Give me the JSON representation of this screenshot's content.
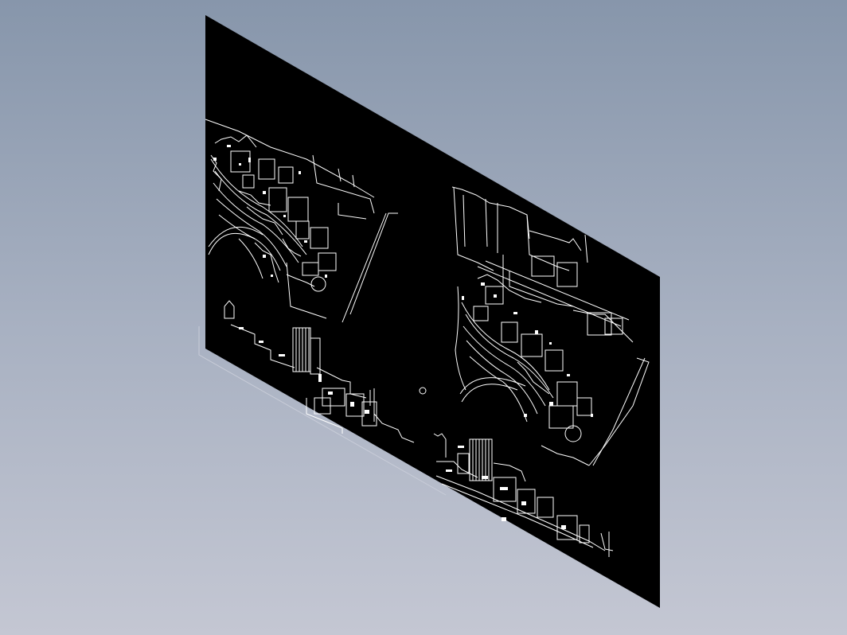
{
  "scene": {
    "background_colors": [
      "#8796ab",
      "#c4c7d3"
    ],
    "sheet_color": "#000000",
    "linework_color": "#ffffff",
    "projection": "isometric",
    "content": {
      "left_panel": {
        "site_plan": "site-plan",
        "elevation": "building-elevation"
      },
      "right_panel": {
        "site_plan": "site-plan",
        "elevation": "building-elevation"
      }
    }
  }
}
